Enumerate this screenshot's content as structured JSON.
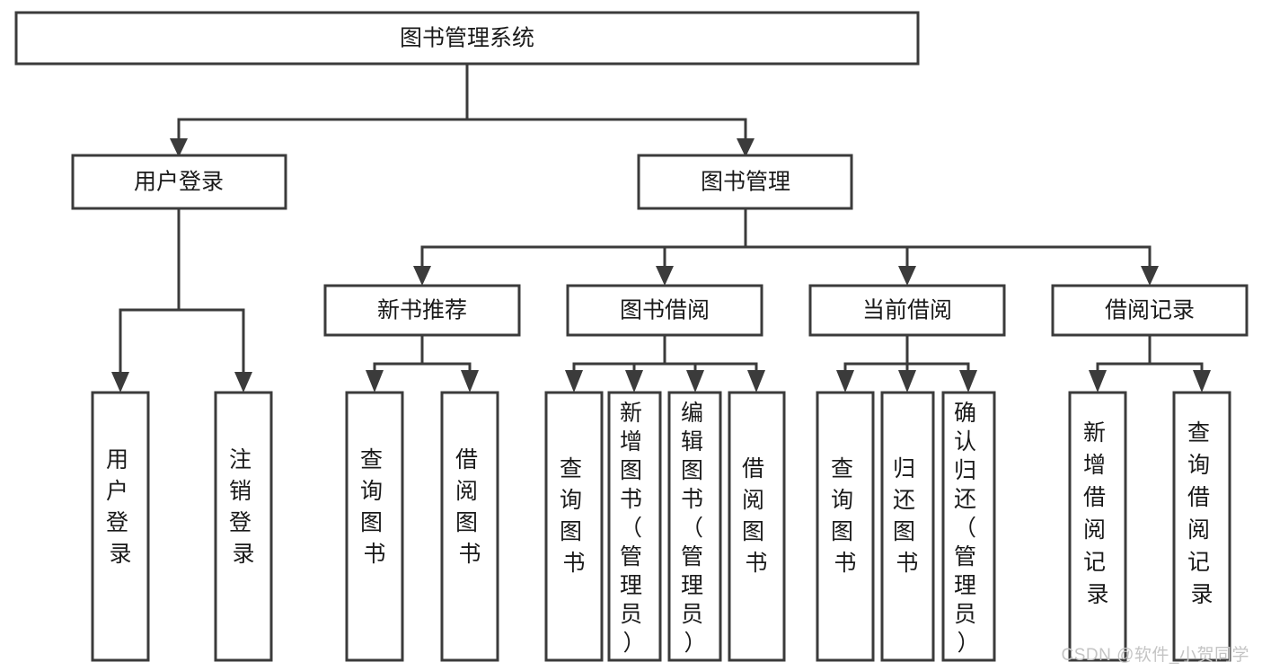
{
  "diagram": {
    "title": "图书管理系统",
    "type": "tree",
    "watermark": "CSDN @软件_小贺同学",
    "colors": {
      "stroke": "#3b3b3b",
      "box_fill": "#ffffff",
      "text": "#1a1a1a",
      "watermark": "#c4c4c4",
      "background": "#ffffff"
    },
    "levels": {
      "root": {
        "label": "图书管理系统"
      },
      "level2": [
        {
          "label": "用户登录"
        },
        {
          "label": "图书管理"
        }
      ],
      "level3": [
        {
          "label": "新书推荐"
        },
        {
          "label": "图书借阅"
        },
        {
          "label": "当前借阅"
        },
        {
          "label": "借阅记录"
        }
      ],
      "leaves": [
        {
          "label": "用户登录",
          "parent": "用户登录"
        },
        {
          "label": "注销登录",
          "parent": "用户登录"
        },
        {
          "label": "查询图书",
          "parent": "新书推荐"
        },
        {
          "label": "借阅图书",
          "parent": "新书推荐"
        },
        {
          "label": "查询图书",
          "parent": "图书借阅"
        },
        {
          "label": "新增图书（管理员）",
          "parent": "图书借阅"
        },
        {
          "label": "编辑图书（管理员）",
          "parent": "图书借阅"
        },
        {
          "label": "借阅图书",
          "parent": "图书借阅"
        },
        {
          "label": "查询图书",
          "parent": "当前借阅"
        },
        {
          "label": "归还图书",
          "parent": "当前借阅"
        },
        {
          "label": "确认归还（管理员）",
          "parent": "当前借阅"
        },
        {
          "label": "新增借阅记录",
          "parent": "借阅记录"
        },
        {
          "label": "查询借阅记录",
          "parent": "借阅记录"
        }
      ]
    },
    "edges": [
      {
        "from": "图书管理系统",
        "to": "用户登录"
      },
      {
        "from": "图书管理系统",
        "to": "图书管理"
      },
      {
        "from": "用户登录",
        "to": "用户登录"
      },
      {
        "from": "用户登录",
        "to": "注销登录"
      },
      {
        "from": "图书管理",
        "to": "新书推荐"
      },
      {
        "from": "图书管理",
        "to": "图书借阅"
      },
      {
        "from": "图书管理",
        "to": "当前借阅"
      },
      {
        "from": "图书管理",
        "to": "借阅记录"
      },
      {
        "from": "新书推荐",
        "to": "查询图书"
      },
      {
        "from": "新书推荐",
        "to": "借阅图书"
      },
      {
        "from": "图书借阅",
        "to": "查询图书"
      },
      {
        "from": "图书借阅",
        "to": "新增图书（管理员）"
      },
      {
        "from": "图书借阅",
        "to": "编辑图书（管理员）"
      },
      {
        "from": "图书借阅",
        "to": "借阅图书"
      },
      {
        "from": "当前借阅",
        "to": "查询图书"
      },
      {
        "from": "当前借阅",
        "to": "归还图书"
      },
      {
        "from": "当前借阅",
        "to": "确认归还（管理员）"
      },
      {
        "from": "借阅记录",
        "to": "新增借阅记录"
      },
      {
        "from": "借阅记录",
        "to": "查询借阅记录"
      }
    ]
  }
}
